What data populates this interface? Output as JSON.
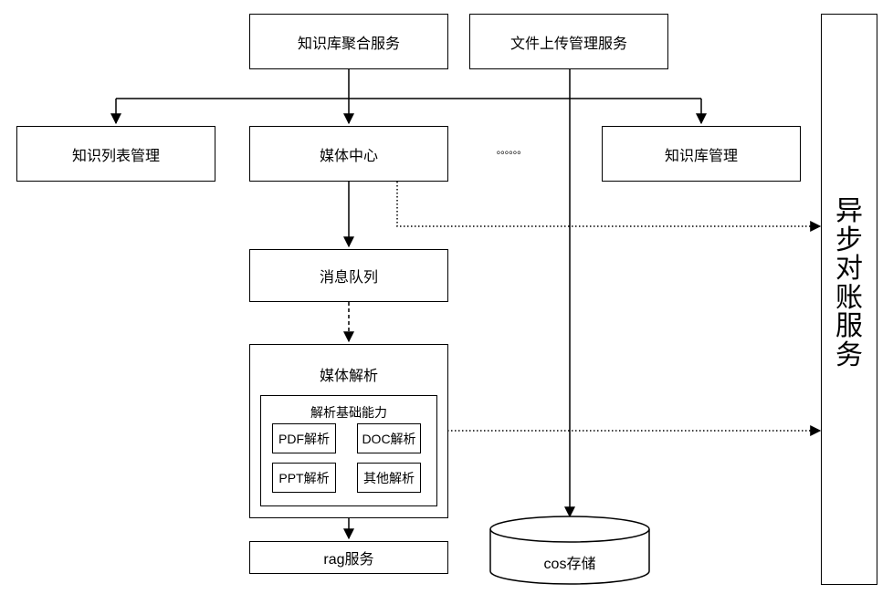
{
  "nodes": {
    "kb_aggregate": "知识库聚合服务",
    "file_upload": "文件上传管理服务",
    "kb_list": "知识列表管理",
    "media_center": "媒体中心",
    "ellipsis": "。。。。。。",
    "kb_manage": "知识库管理",
    "message_queue": "消息队列",
    "media_parse": "媒体解析",
    "parse_base": "解析基础能力",
    "pdf_parse": "PDF解析",
    "doc_parse": "DOC解析",
    "ppt_parse": "PPT解析",
    "other_parse": "其他解析",
    "rag_service": "rag服务",
    "cos_storage": "cos存储"
  },
  "reconcile_service": [
    "异",
    "步",
    "对",
    "账",
    "服",
    "务"
  ]
}
